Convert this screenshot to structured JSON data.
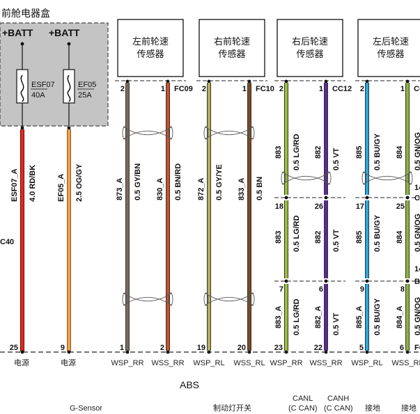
{
  "title": "前舱电器盒",
  "abs_label": "ABS",
  "connector_left": "C40",
  "fuses": [
    {
      "batt": "+BATT",
      "name": "ESF07",
      "rating": "40A",
      "wire_id": "ESF07_A",
      "wire_spec": "4.0 RD/BK",
      "pin": "25",
      "func": "电源",
      "color": "#e8281e"
    },
    {
      "batt": "+BATT",
      "name": "EF05",
      "rating": "25A",
      "wire_id": "EF05_A",
      "wire_spec": "2.5 OG/GY",
      "pin": "9",
      "func": "电源",
      "color": "#f0a04b"
    }
  ],
  "sensors": [
    {
      "name_line1": "左前轮速",
      "name_line2": "传感器",
      "connector": "FC09",
      "wires": [
        {
          "top_pin": "2",
          "wire_id": "873_A",
          "wire_spec": "0.5 GY/BN",
          "bottom_pin": "1",
          "func": "WSP_RR",
          "color": "#7a6a60"
        },
        {
          "top_pin": "1",
          "wire_id": "830_A",
          "wire_spec": "0.5 BN/RD",
          "bottom_pin": "2",
          "func": "WSS_RR",
          "color": "#c8502a"
        }
      ]
    },
    {
      "name_line1": "右前轮速",
      "name_line2": "传感器",
      "connector": "FC10",
      "wires": [
        {
          "top_pin": "2",
          "wire_id": "872_A",
          "wire_spec": "0.5 GY/YE",
          "bottom_pin": "19",
          "func": "WSP_RL",
          "color": "#b8ae5a"
        },
        {
          "top_pin": "1",
          "wire_id": "833_A",
          "wire_spec": "0.5 BN",
          "bottom_pin": "20",
          "func": "WSS_RL",
          "color": "#7a4a22"
        }
      ]
    },
    {
      "name_line1": "右后轮速",
      "name_line2": "传感器",
      "connector": "CC12",
      "wires": [
        {
          "top_pin": "2",
          "wire_id": "883",
          "wire_spec": "0.5 LG/RD",
          "mid1_pin": "18",
          "mid_id": "883",
          "mid_spec": "0.5 LG/RD",
          "mid2_pin": "7",
          "wire_id_b": "883_A",
          "wire_spec_b": "0.5 LG/RD",
          "bottom_pin": "23",
          "func": "WSP_RR",
          "color": "#9cbf3c"
        },
        {
          "top_pin": "1",
          "wire_id": "882",
          "wire_spec": "0.5 VT",
          "mid1_pin": "26",
          "mid_id": "882",
          "mid_spec": "0.5 VT",
          "mid2_pin": "6",
          "wire_id_b": "882_A",
          "wire_spec_b": "0.5 VT",
          "bottom_pin": "22",
          "func": "WSS_RR",
          "color": "#5a2a9a"
        }
      ]
    },
    {
      "name_line1": "左后轮速",
      "name_line2": "传感器",
      "connector": "CC",
      "wires": [
        {
          "top_pin": "2",
          "wire_id": "885",
          "wire_spec": "0.5 BU/GY",
          "mid1_pin": "17",
          "mid_id": "885",
          "mid_spec": "0.5 BU/GY",
          "mid2_pin": "9",
          "wire_id_b": "885_A",
          "wire_spec_b": "0.5 BU/GY",
          "bottom_pin": "5",
          "func": "WSP_RL",
          "color": "#2aa8dc"
        },
        {
          "top_pin": "1",
          "wire_id": "884",
          "wire_spec": "0.5 GN/OG",
          "mid1_pin": "25",
          "mid_id": "884",
          "mid_spec": "0.5 GN/OG",
          "mid2_pin": "8",
          "wire_id_b": "884_A",
          "wire_spec_b": "0.5 GN/OG",
          "bottom_pin": "6",
          "func": "WSS_RL",
          "color": "#8cb43a"
        }
      ]
    }
  ],
  "right_edge_labels": [
    "14",
    "C",
    "14",
    "B",
    "FC"
  ],
  "bottom_labels": [
    {
      "text": "G-Sensor"
    },
    {
      "text": "制动灯开关"
    },
    {
      "line1": "CANL",
      "line2": "(C CAN)"
    },
    {
      "line1": "CANH",
      "line2": "(C CAN)"
    },
    {
      "text": "接地"
    },
    {
      "text": "接地"
    }
  ]
}
